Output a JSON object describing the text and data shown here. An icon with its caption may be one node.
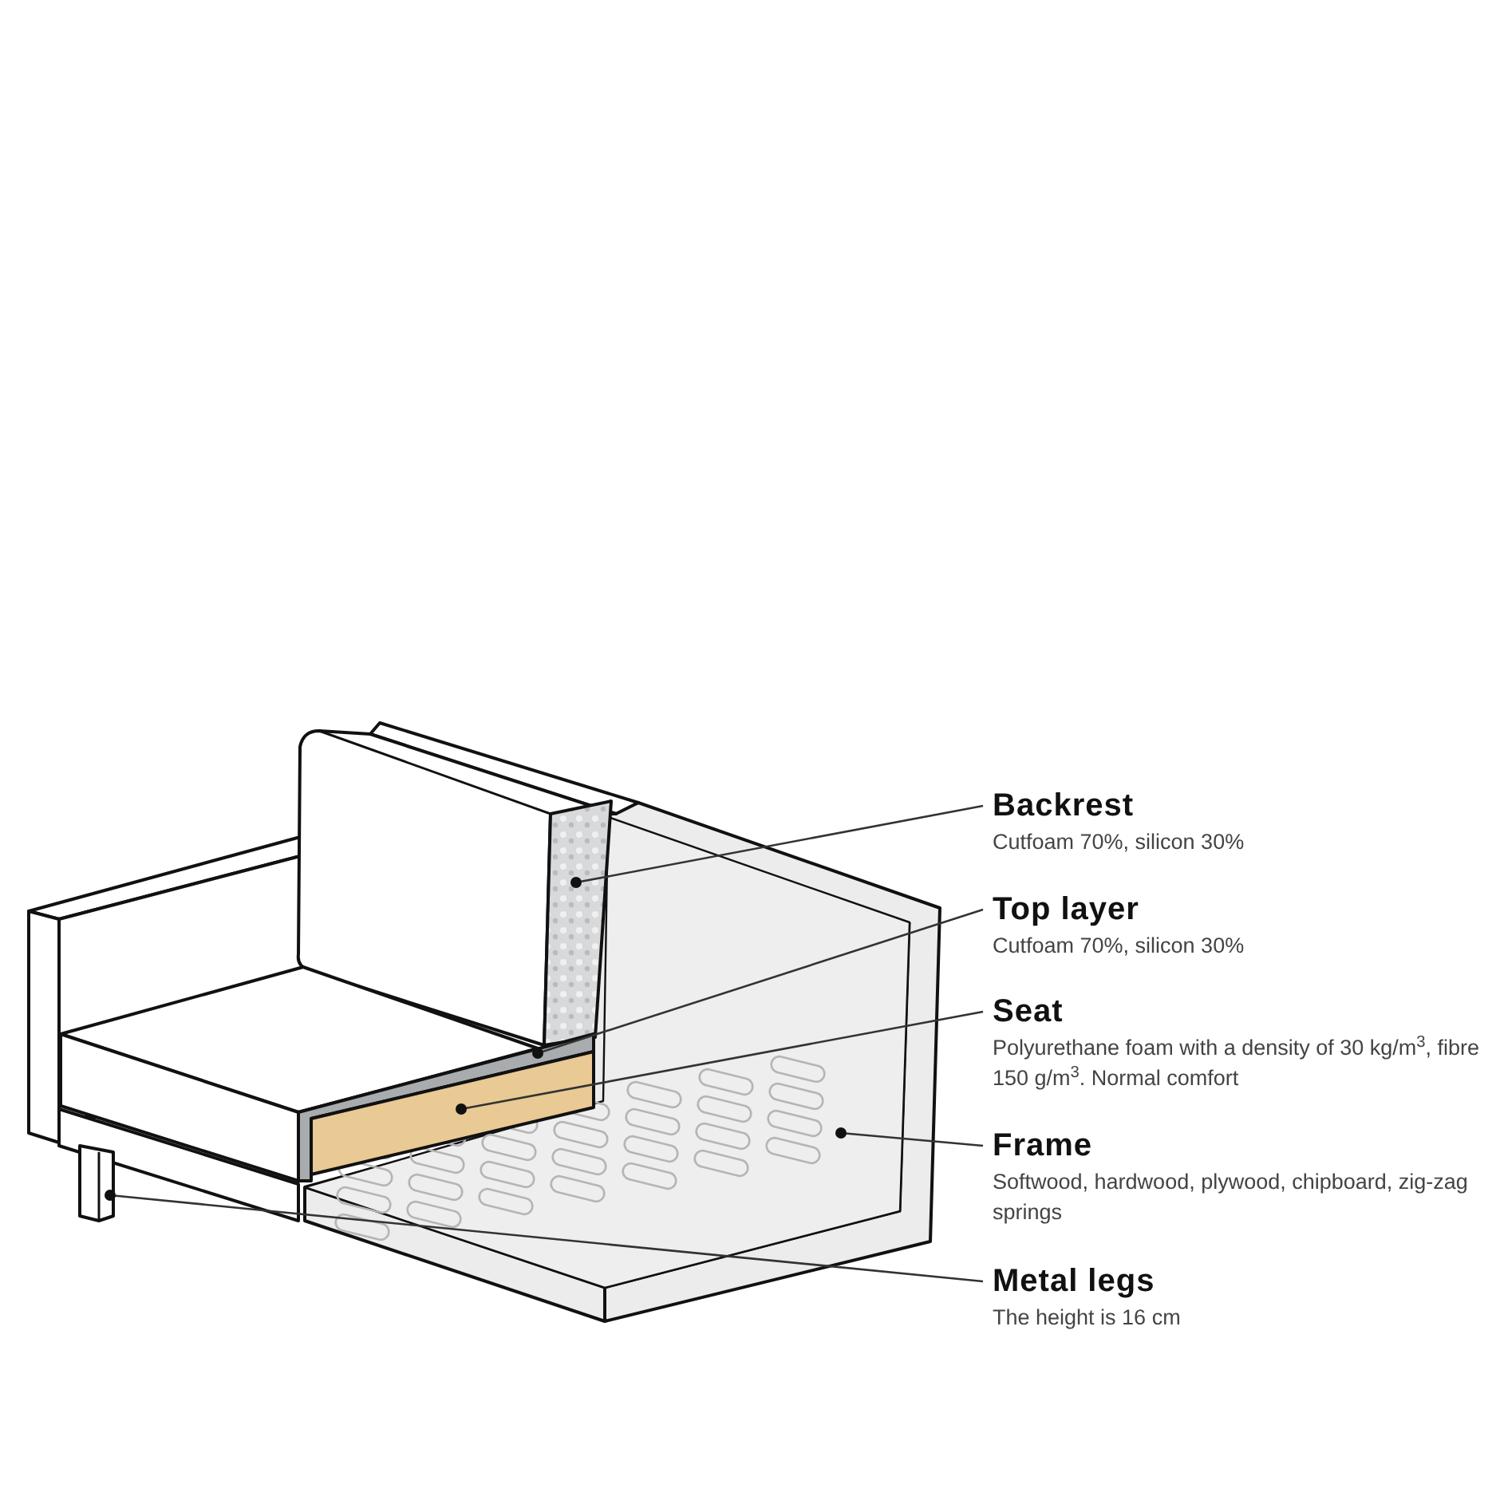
{
  "diagram": {
    "nodes": [
      {
        "text": [
          "Backrest",
          "Cutfoam 70%, silicon 30%"
        ]
      },
      {
        "text": [
          "Top layer",
          "Cutfoam 70%, silicon 30%"
        ]
      },
      {
        "text": [
          "Seat",
          "Polyurethane foam with a density of 30 kg/m$^{3}$, fibre 150 g/m$^{3}$. Normal comfort"
        ]
      },
      {
        "text": [
          "Frame",
          "Softwood, hardwood, plywood, chipboard, zig-zag springs"
        ]
      },
      {
        "text": [
          "Metal legs",
          "The height is 16 cm"
        ]
      }
    ],
    "edges": [
      {
        "from": 0,
        "to": null,
        "arrow": "other"
      },
      {
        "from": 1,
        "to": null,
        "arrow": "other"
      },
      {
        "from": 2,
        "to": null,
        "arrow": "other"
      },
      {
        "from": 3,
        "to": null,
        "arrow": "other"
      },
      {
        "from": 4,
        "to": null,
        "arrow": "other"
      }
    ]
  }
}
